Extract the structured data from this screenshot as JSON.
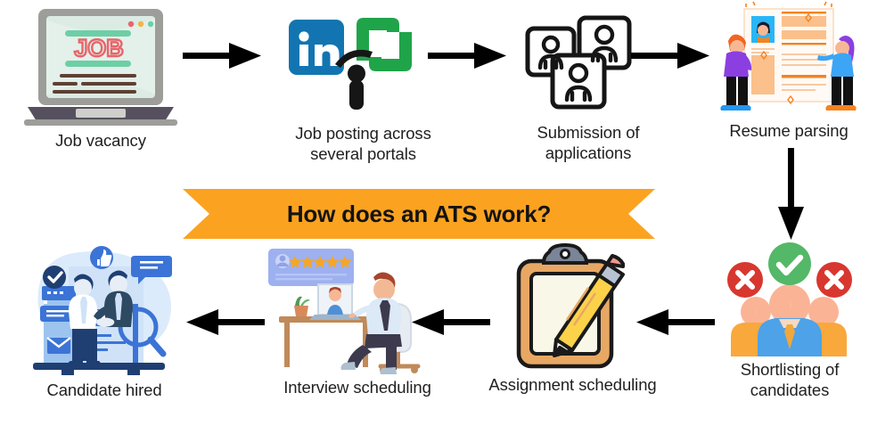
{
  "diagram": {
    "title": "How does an ATS work?",
    "background_color": "#ffffff",
    "banner_color": "#fba320",
    "label_color": "#201f1f",
    "arrow_color": "#000000"
  },
  "steps": [
    {
      "id": "job-vacancy",
      "order": 1,
      "label": "Job vacancy",
      "icon": "laptop-job-posting-icon",
      "screen_text": "JOB",
      "colors": {
        "bezel": "#9d9d9a",
        "screen": "#dcebe4",
        "job_text": "#e8656a",
        "accent_bar": "#6ccfa6",
        "text_line": "#5e4034",
        "base": "#56505e",
        "dots": [
          "#e8656a",
          "#f0b648",
          "#6ccfa6"
        ]
      }
    },
    {
      "id": "job-posting",
      "order": 2,
      "label": "Job posting across\nseveral portals",
      "icon": "job-portal-logos-icon",
      "logos": [
        {
          "name": "linkedin-logo-icon",
          "text": "in",
          "color": "#1275b1"
        },
        {
          "name": "glassdoor-logo-icon",
          "text": "",
          "color": "#20a449"
        },
        {
          "name": "indeed-logo-icon",
          "text": "i",
          "color": "#1a1a1a"
        }
      ]
    },
    {
      "id": "submission-of-applications",
      "order": 3,
      "label": "Submission of\napplications",
      "icon": "application-cards-icon",
      "card_count": 3,
      "colors": {
        "stroke": "#1a1a1a",
        "fill": "#ffffff"
      }
    },
    {
      "id": "resume-parsing",
      "order": 4,
      "label": "Resume parsing",
      "icon": "resume-parsing-illustration-icon",
      "colors": {
        "paper": "#fff6ef",
        "accent": "#f58220",
        "block": "#fbc08b",
        "person_a_shirt": "#8b3fe0",
        "person_b_shirt": "#3da5f5",
        "photo_bg": "#29b6f6",
        "pants": "#111111",
        "shoe_a": "#2196f3",
        "shoe_b": "#f58220"
      }
    },
    {
      "id": "shortlisting-of-candidates",
      "order": 5,
      "label": "Shortlisting of\ncandidates",
      "icon": "candidate-shortlist-icon",
      "badges": [
        {
          "name": "reject-badge-left-icon",
          "glyph": "✕",
          "color": "#d8372f"
        },
        {
          "name": "approve-badge-center-icon",
          "glyph": "✓",
          "color": "#53b867"
        },
        {
          "name": "reject-badge-right-icon",
          "glyph": "✕",
          "color": "#d8372f"
        }
      ],
      "colors": {
        "skin": "#fbb395",
        "skin_light": "#fcc6ad",
        "suit_center": "#4da2e8",
        "suit_side": "#f9a83c",
        "tie": "#f2a73b"
      }
    },
    {
      "id": "assignment-scheduling",
      "order": 6,
      "label": "Assignment scheduling",
      "icon": "clipboard-pencil-icon",
      "colors": {
        "board": "#e8a864",
        "paper": "#f8f7e8",
        "clip": "#7b8598",
        "pencil_body": "#fbd24a",
        "pencil_eraser": "#f2968e",
        "pencil_ferrule": "#b9c3d4",
        "outline": "#1a1a1a"
      }
    },
    {
      "id": "interview-scheduling",
      "order": 7,
      "label": "Interview scheduling",
      "icon": "video-interview-icon",
      "rating_stars": 5,
      "colors": {
        "card": "#9db0f0",
        "star": "#f5a623",
        "shirt": "#dce9f7",
        "hair": "#a8452c",
        "trousers": "#3d3a4e",
        "desk": "#c08a5a",
        "chair": "#e7ecf2",
        "plant": "#4e9b55"
      }
    },
    {
      "id": "candidate-hired",
      "order": 8,
      "label": "Candidate hired",
      "icon": "handshake-hired-icon",
      "colors": {
        "blob": "#dcebfb",
        "mid_blue": "#3b74d6",
        "light_blue": "#9dc4ef",
        "pale_blue": "#cfe2f8",
        "dark_navy": "#1f3f73",
        "white": "#ffffff"
      }
    }
  ],
  "arrows": [
    {
      "id": "arrow-1",
      "name": "arrow-vacancy-to-posting",
      "direction": "right"
    },
    {
      "id": "arrow-2",
      "name": "arrow-posting-to-submission",
      "direction": "right"
    },
    {
      "id": "arrow-3",
      "name": "arrow-submission-to-parsing",
      "direction": "right"
    },
    {
      "id": "arrow-4",
      "name": "arrow-parsing-to-shortlisting",
      "direction": "down"
    },
    {
      "id": "arrow-5",
      "name": "arrow-shortlisting-to-assignment",
      "direction": "left"
    },
    {
      "id": "arrow-6",
      "name": "arrow-assignment-to-interview",
      "direction": "left"
    },
    {
      "id": "arrow-7",
      "name": "arrow-interview-to-hired",
      "direction": "left"
    }
  ]
}
